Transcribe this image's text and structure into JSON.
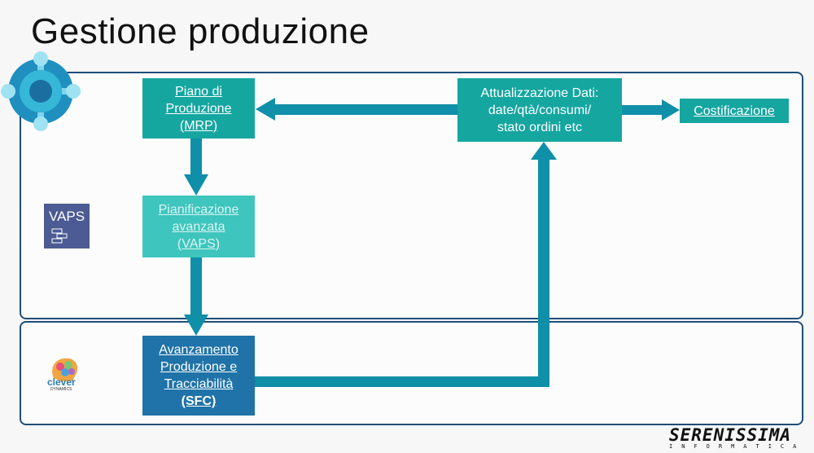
{
  "title": "Gestione produzione",
  "boxes": {
    "piano": [
      "Piano di",
      "Produzione",
      "(MRP)"
    ],
    "vaps": [
      "Pianificazione",
      "avanzata",
      "(VAPS)"
    ],
    "avanzamento": [
      "Avanzamento",
      "Produzione e",
      "Tracciabilità",
      "(SFC)"
    ],
    "attualizzazione": [
      "Attualizzazione Dati:",
      "date/qtà/consumi/",
      "stato ordini etc"
    ],
    "costificazione": "Costificazione"
  },
  "logos": {
    "vaps": "VAPS",
    "clever": "clever",
    "clever_sub": "DYNAMICS",
    "serenissima": "SERENISSIMA",
    "serenissima_sub": "INFORMATICA"
  },
  "colors": {
    "teal": "#15a6a0",
    "teal_light": "#3ec5bd",
    "blue": "#1f73a8",
    "arrow": "#0f8fa8",
    "border": "#1f4e79"
  },
  "icons": [
    "business-central-logo",
    "vaps-logo",
    "clever-dynamics-logo"
  ]
}
